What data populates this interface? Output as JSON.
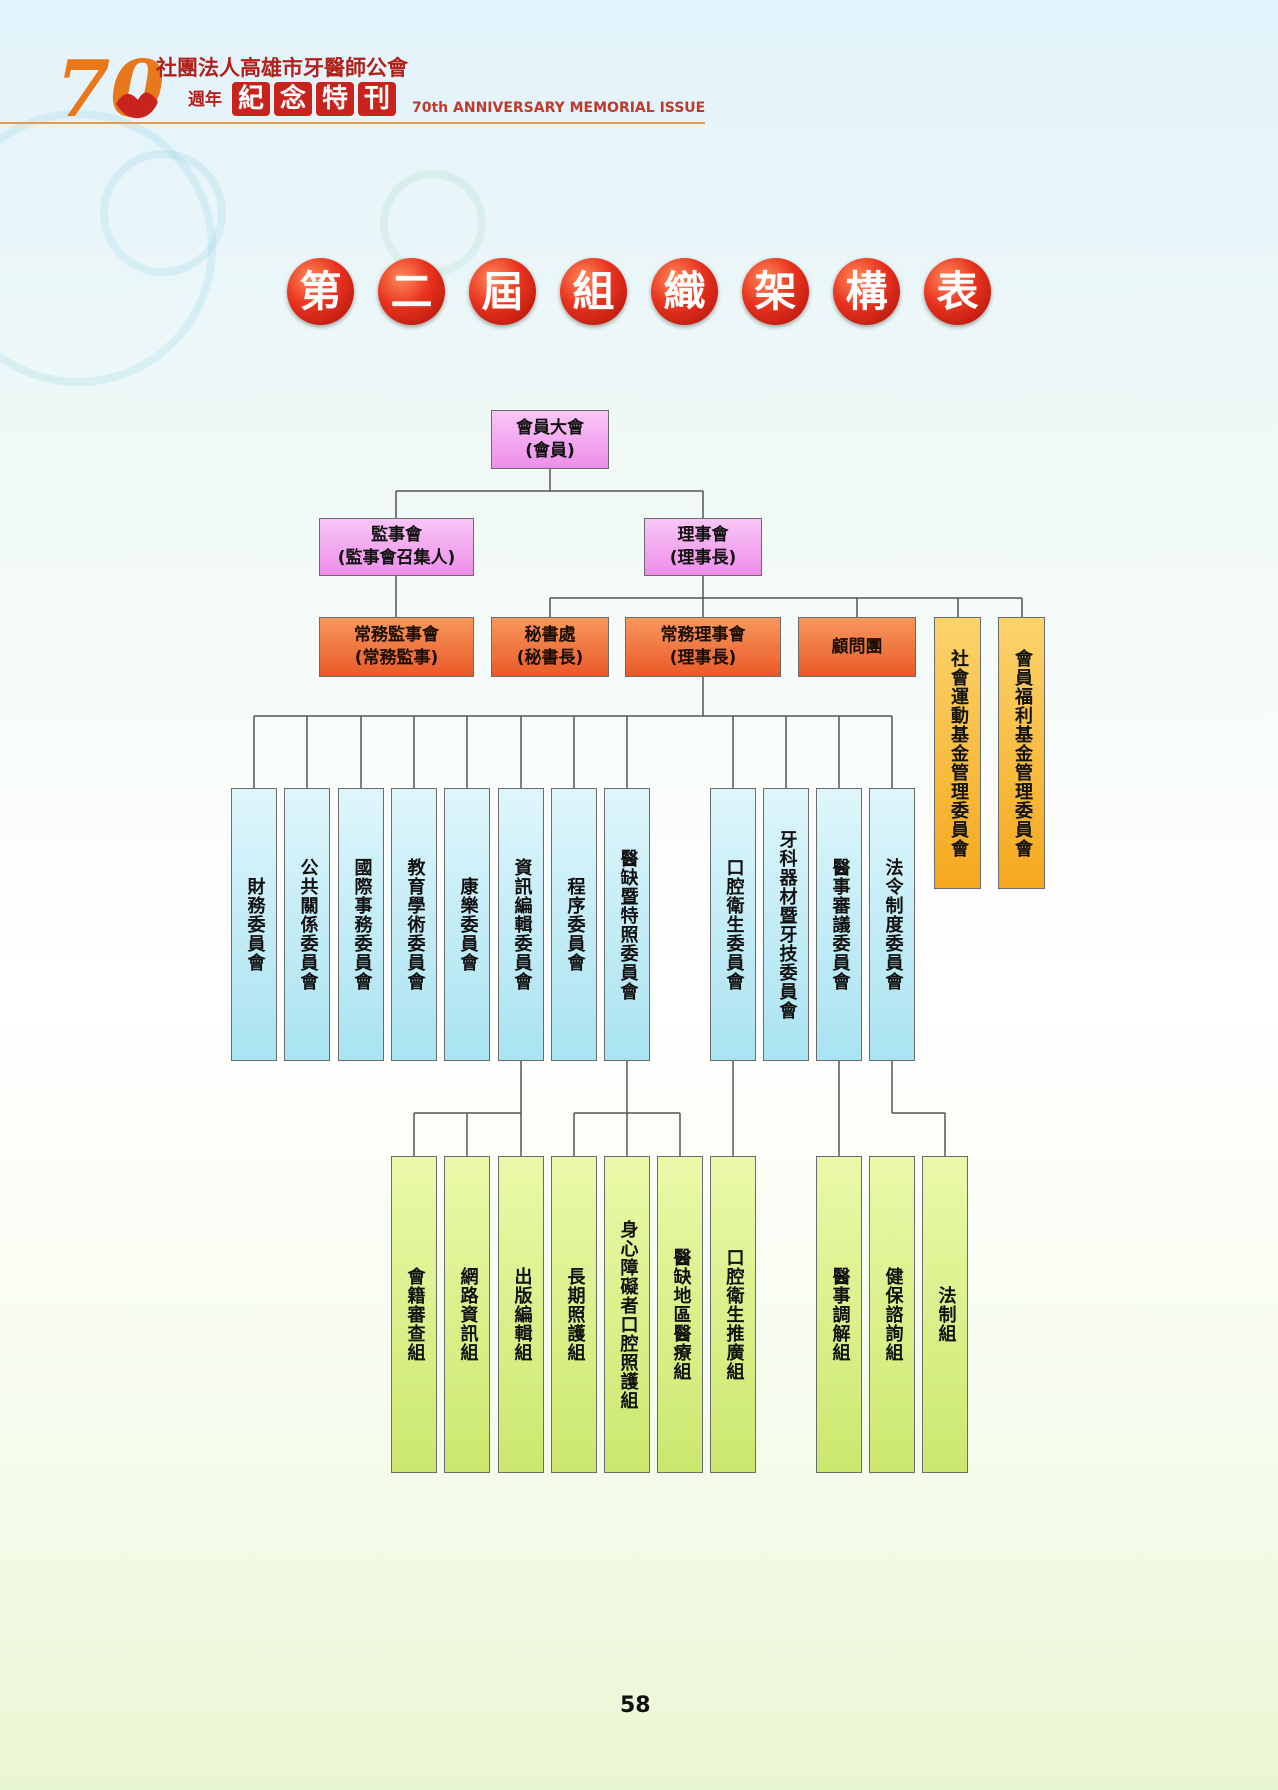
{
  "header": {
    "org_name": "社團法人高雄市牙醫師公會",
    "anniversary": "70",
    "anniversary_word": "週年",
    "issue_chars": [
      "紀",
      "念",
      "特",
      "刊"
    ],
    "english_issue": "70th ANNIVERSARY MEMORIAL ISSUE"
  },
  "title_chars": [
    "第",
    "二",
    "屆",
    "組",
    "織",
    "架",
    "構",
    "表"
  ],
  "chart": {
    "general_assembly": {
      "line1": "會員大會",
      "line2": "(會員)"
    },
    "supervisors": {
      "line1": "監事會",
      "line2": "(監事會召集人)"
    },
    "directors": {
      "line1": "理事會",
      "line2": "(理事長)"
    },
    "standing_supervisors": {
      "line1": "常務監事會",
      "line2": "(常務監事)"
    },
    "secretariat": {
      "line1": "秘書處",
      "line2": "(秘書長)"
    },
    "standing_directors": {
      "line1": "常務理事會",
      "line2": "(理事長)"
    },
    "advisors": "顧問團",
    "fund_committees": [
      "社會運動基金管理委員會",
      "會員福利基金管理委員會"
    ],
    "committees": [
      "財務委員會",
      "公共關係委員會",
      "國際事務委員會",
      "教育學術委員會",
      "康樂委員會",
      "資訊編輯委員會",
      "程序委員會",
      "醫缺暨特照委員會",
      "口腔衛生委員會",
      "牙科器材暨牙技委員會",
      "醫事審議委員會",
      "法令制度委員會"
    ],
    "groups": [
      "會籍審查組",
      "網路資訊組",
      "出版編輯組",
      "長期照護組",
      "身心障礙者口腔照護組",
      "醫缺地區醫療組",
      "口腔衛生推廣組",
      "醫事調解組",
      "健保諮詢組",
      "法制組"
    ]
  },
  "page_number": "58"
}
